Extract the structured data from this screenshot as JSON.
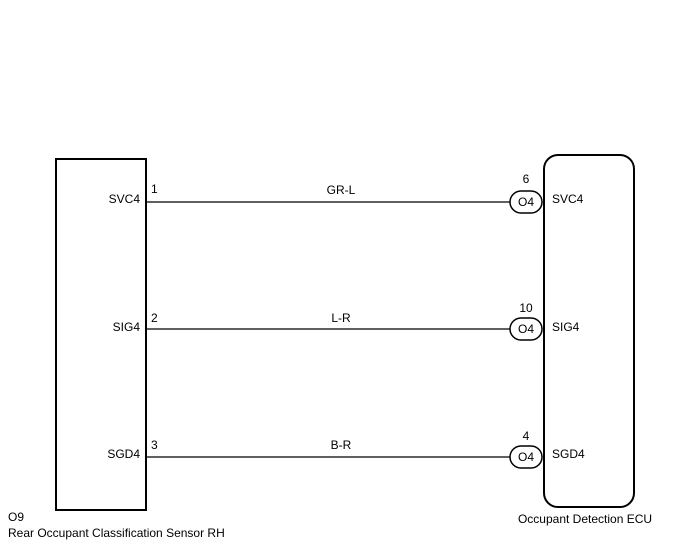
{
  "left_component": {
    "code": "O9",
    "name": "Rear Occupant Classification Sensor RH"
  },
  "right_component": {
    "name": "Occupant Detection ECU"
  },
  "circuits": [
    {
      "left_pin": "1",
      "left_signal": "SVC4",
      "wire_color": "GR-L",
      "connector": "O4",
      "right_pin": "6",
      "right_signal": "SVC4"
    },
    {
      "left_pin": "2",
      "left_signal": "SIG4",
      "wire_color": "L-R",
      "connector": "O4",
      "right_pin": "10",
      "right_signal": "SIG4"
    },
    {
      "left_pin": "3",
      "left_signal": "SGD4",
      "wire_color": "B-R",
      "connector": "O4",
      "right_pin": "4",
      "right_signal": "SGD4"
    }
  ]
}
